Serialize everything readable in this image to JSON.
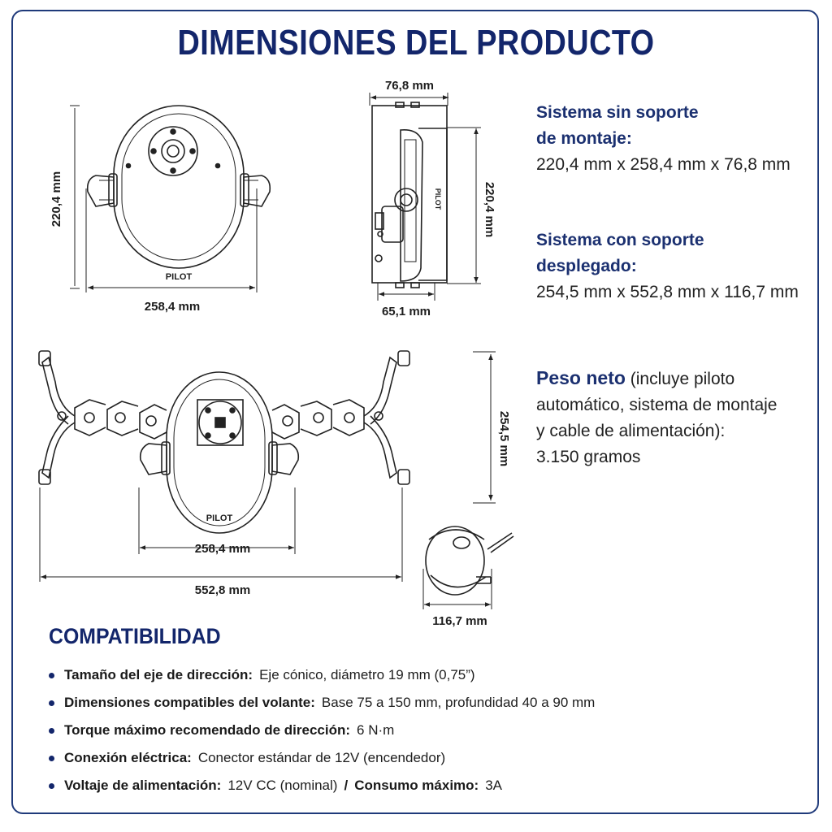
{
  "title": "DIMENSIONES DEL PRODUCTO",
  "dims": {
    "front_width": "258,4 mm",
    "front_height": "220,4 mm",
    "side_width": "76,8 mm",
    "side_height": "220,4 mm",
    "side_base": "65,1 mm",
    "mount_height": "254,5 mm",
    "mount_inner": "258,4 mm",
    "mount_total": "552,8 mm",
    "clamp_width": "116,7 mm"
  },
  "labels": {
    "pilot": "PILOT",
    "pilot_side": "PILOT"
  },
  "specs": {
    "no_mount_title_1": "Sistema sin soporte",
    "no_mount_title_2": "de montaje:",
    "no_mount_value": "220,4 mm x 258,4 mm x 76,8 mm",
    "mount_title_1": "Sistema con soporte",
    "mount_title_2": "desplegado:",
    "mount_value": "254,5 mm x 552,8 mm x 116,7 mm",
    "weight_title": "Peso neto",
    "weight_line1": "(incluye piloto",
    "weight_line2": "automático, sistema de montaje",
    "weight_line3": "y cable de alimentación):",
    "weight_value": "3.150 gramos"
  },
  "compat": {
    "title": "COMPATIBILIDAD",
    "items": [
      {
        "label": "Tamaño del eje de dirección:",
        "value": "Eje cónico, diámetro 19 mm (0,75”)"
      },
      {
        "label": "Dimensiones compatibles del volante:",
        "value": "Base 75 a 150 mm, profundidad 40 a 90 mm"
      },
      {
        "label": "Torque máximo recomendado de dirección:",
        "value": "6 N·m"
      },
      {
        "label": "Conexión eléctrica:",
        "value": "Conector estándar de 12V (encendedor)"
      },
      {
        "label": "Voltaje de alimentación:",
        "value": "12V CC (nominal)",
        "separator": "/",
        "label2": "Consumo máximo:",
        "value2": "3A"
      }
    ]
  }
}
